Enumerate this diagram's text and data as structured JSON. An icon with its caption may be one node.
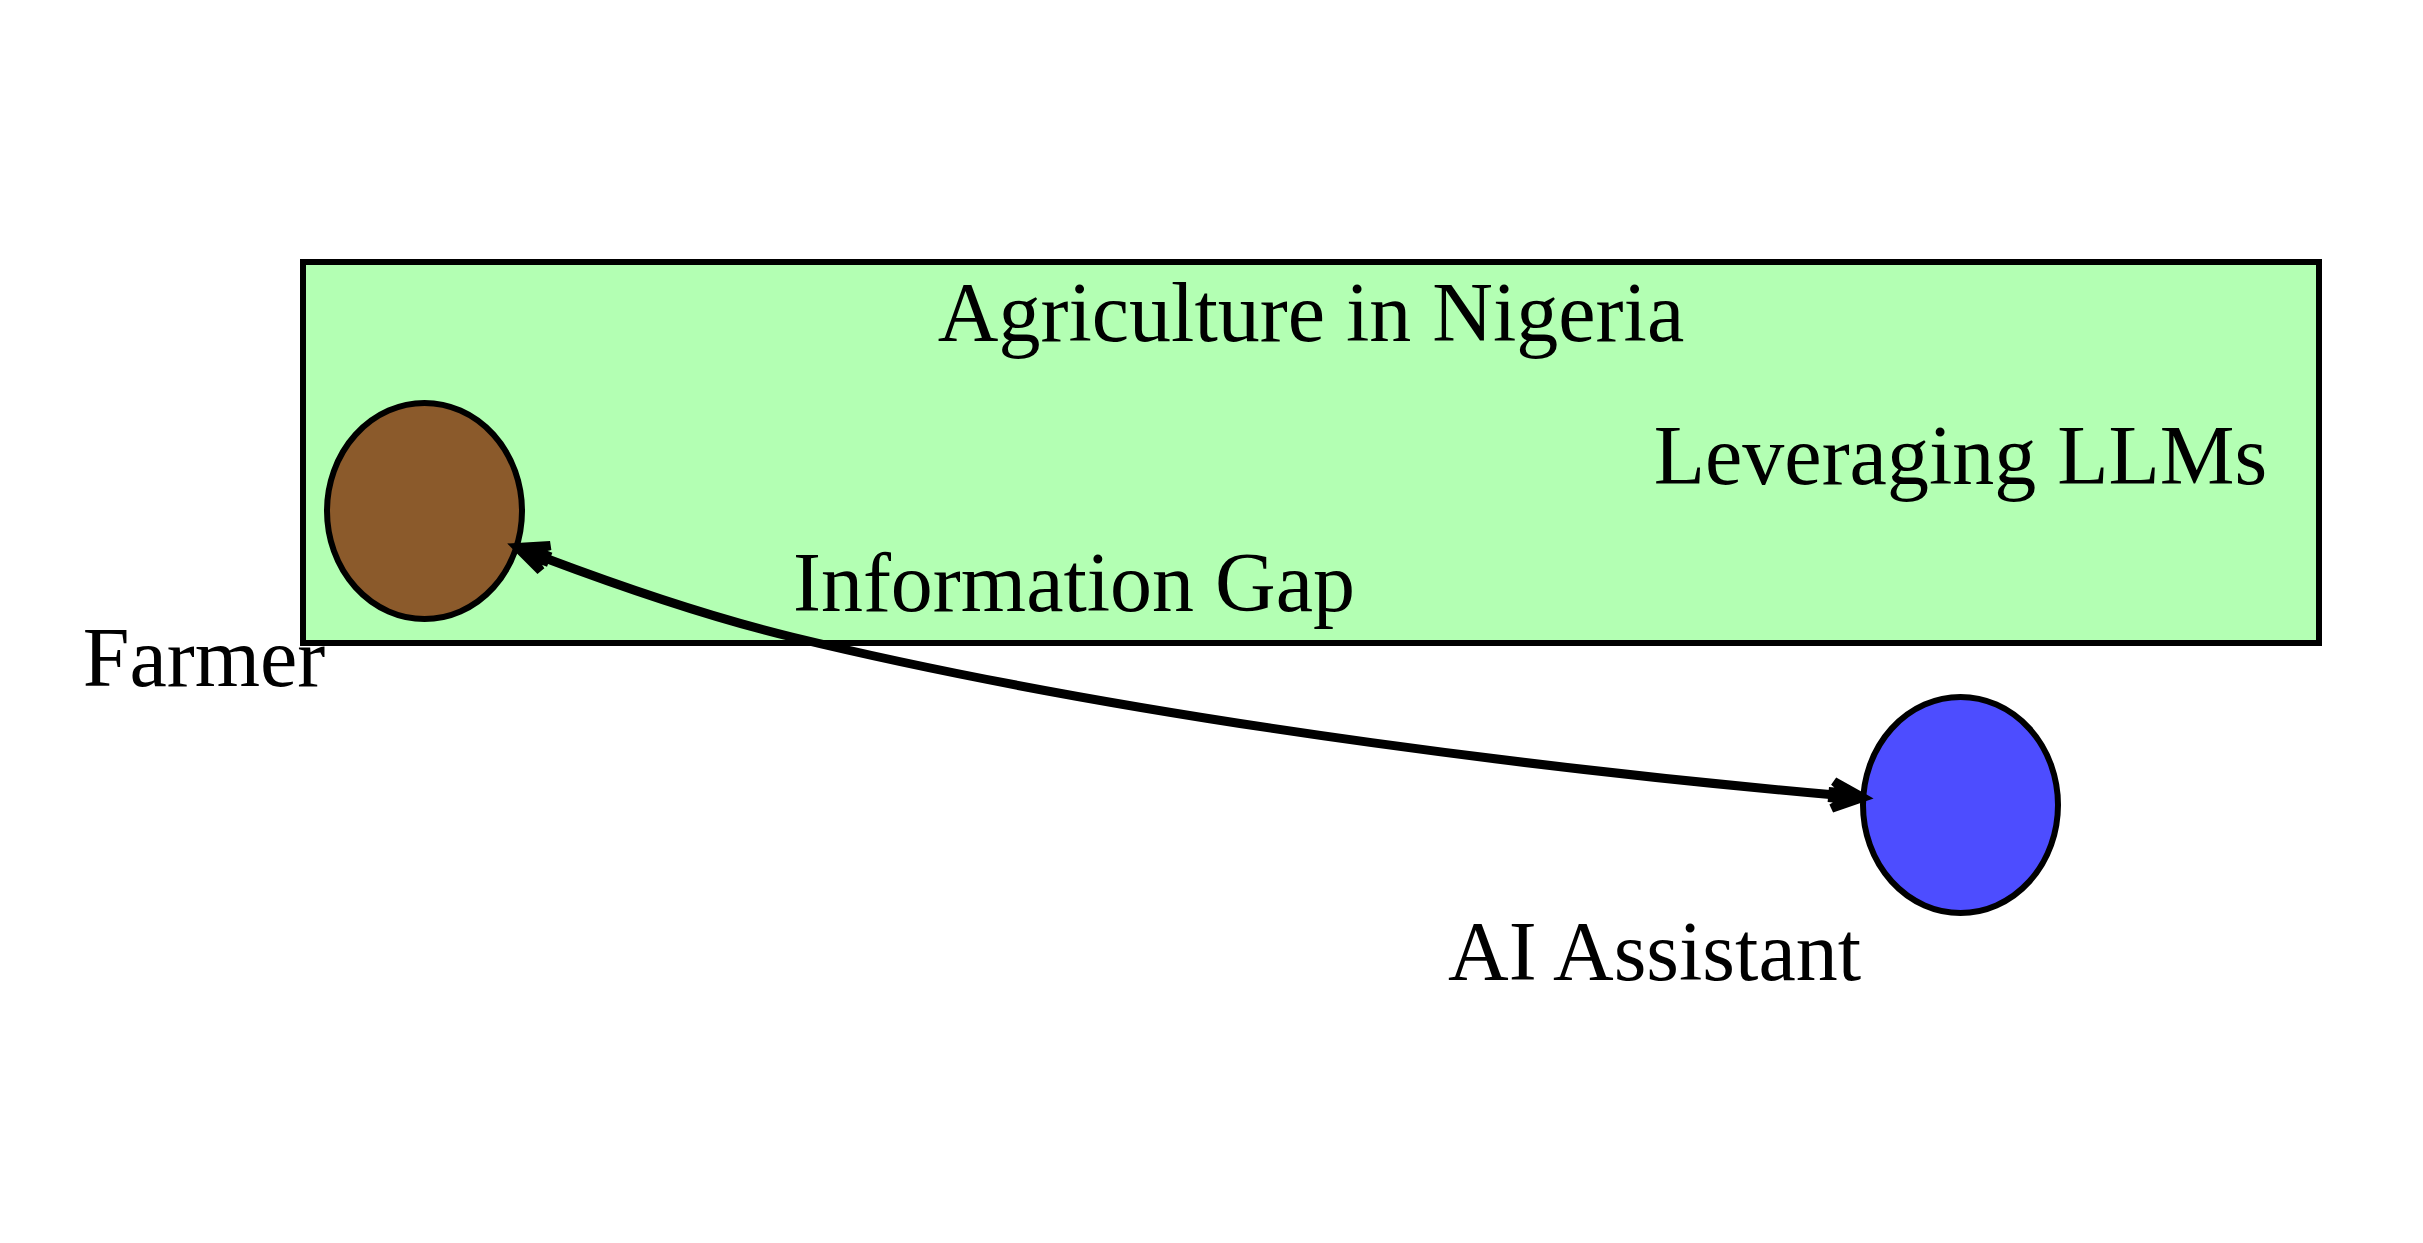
{
  "diagram": {
    "nodes": [
      {
        "text": [
          "Agriculture in Nigeria"
        ]
      },
      {
        "text": [
          "Farmer"
        ],
        "in": 0
      },
      {
        "text": [
          "AI Assistant"
        ]
      }
    ],
    "edges": [
      {
        "from": 1,
        "to": 2,
        "arrow": "both",
        "label": "Information Gap"
      }
    ],
    "labels": [
      "Leveraging LLMs"
    ]
  }
}
